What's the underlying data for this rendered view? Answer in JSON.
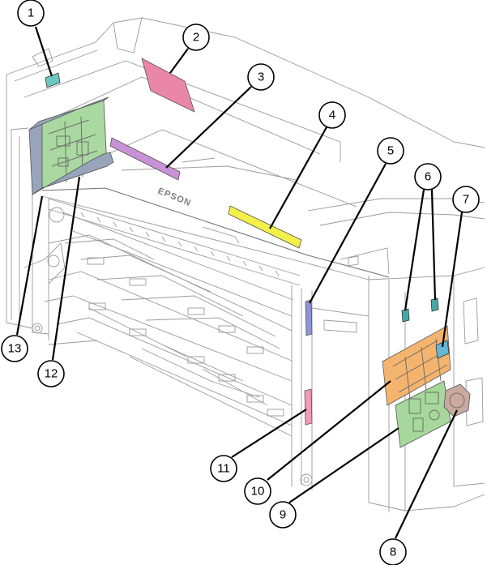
{
  "diagram": {
    "brand_logo_text": "EPSON",
    "part_colors": {
      "part_1": "#6cc7c0",
      "part_2": "#ea86a8",
      "part_3": "#c892d6",
      "part_4": "#f3f04a",
      "part_5": "#8d94d8",
      "part_6": "#46a7a4",
      "part_7": "#62b7d8",
      "part_8": "#c9a9a0",
      "part_9": "#a6d79b",
      "part_10": "#f5b46e",
      "part_11": "#f29ab6",
      "part_12": "#a9d8a0",
      "part_13": "#97a4ba"
    },
    "callouts": [
      {
        "label": "1"
      },
      {
        "label": "2"
      },
      {
        "label": "3"
      },
      {
        "label": "4"
      },
      {
        "label": "5"
      },
      {
        "label": "6"
      },
      {
        "label": "7"
      },
      {
        "label": "8"
      },
      {
        "label": "9"
      },
      {
        "label": "10"
      },
      {
        "label": "11"
      },
      {
        "label": "12"
      },
      {
        "label": "13"
      }
    ]
  }
}
